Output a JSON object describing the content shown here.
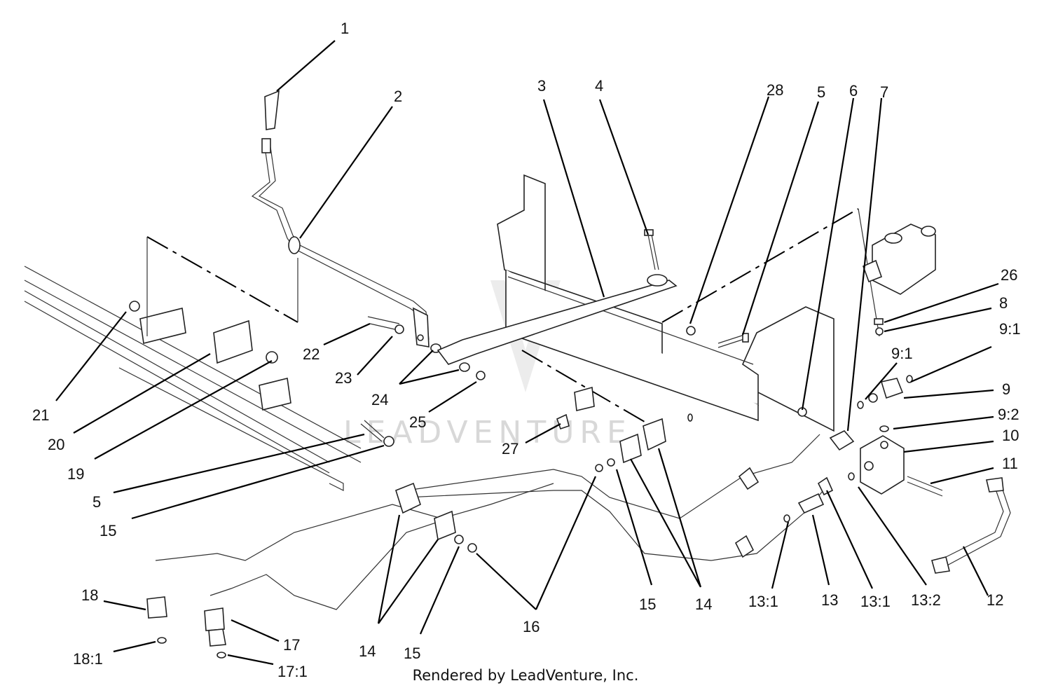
{
  "footer": {
    "text": "Rendered by LeadVenture, Inc."
  },
  "watermark": {
    "text": "LEADVENTURE"
  },
  "callouts": [
    {
      "label": "1"
    },
    {
      "label": "2"
    },
    {
      "label": "3"
    },
    {
      "label": "4"
    },
    {
      "label": "28"
    },
    {
      "label": "5"
    },
    {
      "label": "6"
    },
    {
      "label": "7"
    },
    {
      "label": "26"
    },
    {
      "label": "8"
    },
    {
      "label": "9:1"
    },
    {
      "label": "9:1"
    },
    {
      "label": "9"
    },
    {
      "label": "9:2"
    },
    {
      "label": "10"
    },
    {
      "label": "11"
    },
    {
      "label": "12"
    },
    {
      "label": "13:2"
    },
    {
      "label": "13:1"
    },
    {
      "label": "13"
    },
    {
      "label": "13:1"
    },
    {
      "label": "14"
    },
    {
      "label": "15"
    },
    {
      "label": "16"
    },
    {
      "label": "14"
    },
    {
      "label": "15"
    },
    {
      "label": "14"
    },
    {
      "label": "27"
    },
    {
      "label": "25"
    },
    {
      "label": "24"
    },
    {
      "label": "23"
    },
    {
      "label": "22"
    },
    {
      "label": "21"
    },
    {
      "label": "20"
    },
    {
      "label": "19"
    },
    {
      "label": "5"
    },
    {
      "label": "15"
    },
    {
      "label": "18"
    },
    {
      "label": "18:1"
    },
    {
      "label": "17"
    },
    {
      "label": "17:1"
    }
  ]
}
